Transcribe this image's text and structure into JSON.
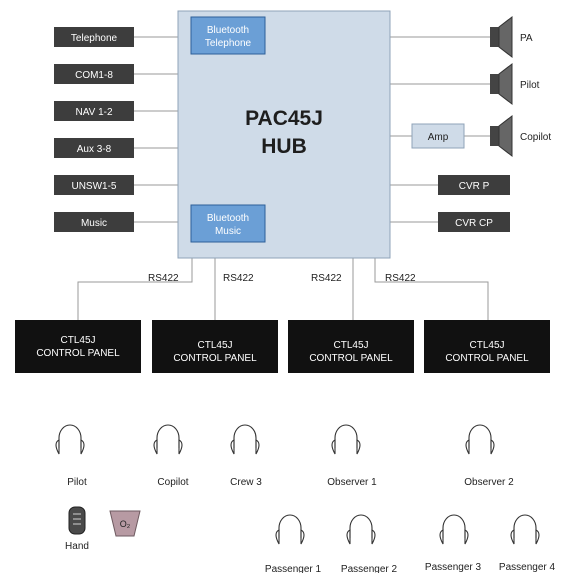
{
  "hub": {
    "title_line1": "PAC45J",
    "title_line2": "HUB",
    "bt_telephone": [
      "Bluetooth",
      "Telephone"
    ],
    "bt_music": [
      "Bluetooth",
      "Music"
    ]
  },
  "inputs": [
    "Telephone",
    "COM1-8",
    "NAV 1-2",
    "Aux 3-8",
    "UNSW1-5",
    "Music"
  ],
  "outputs": {
    "speakers": [
      "PA",
      "Pilot",
      "Copilot"
    ],
    "amp": "Amp",
    "recorders": [
      "CVR P",
      "CVR CP"
    ]
  },
  "bus_labels": [
    "RS422",
    "RS422",
    "RS422",
    "RS422"
  ],
  "control_panels": [
    [
      "CTL45J",
      "CONTROL PANEL"
    ],
    [
      "CTL45J",
      "CONTROL PANEL"
    ],
    [
      "CTL45J",
      "CONTROL PANEL"
    ],
    [
      "CTL45J",
      "CONTROL PANEL"
    ]
  ],
  "headsets": [
    "Pilot",
    "Copilot",
    "Crew 3",
    "Observer 1",
    "Observer 2",
    "Passenger 1",
    "Passenger 2",
    "Passenger 3",
    "Passenger 4"
  ],
  "hand_label": "Hand",
  "oxygen_label": "O₂",
  "colors": {
    "hub_fill": "#cfdbe8",
    "bt_fill": "#6b9fd6",
    "dark_box": "#3d3d3d",
    "panel_fill": "#111111",
    "line": "#9a9a9a"
  }
}
